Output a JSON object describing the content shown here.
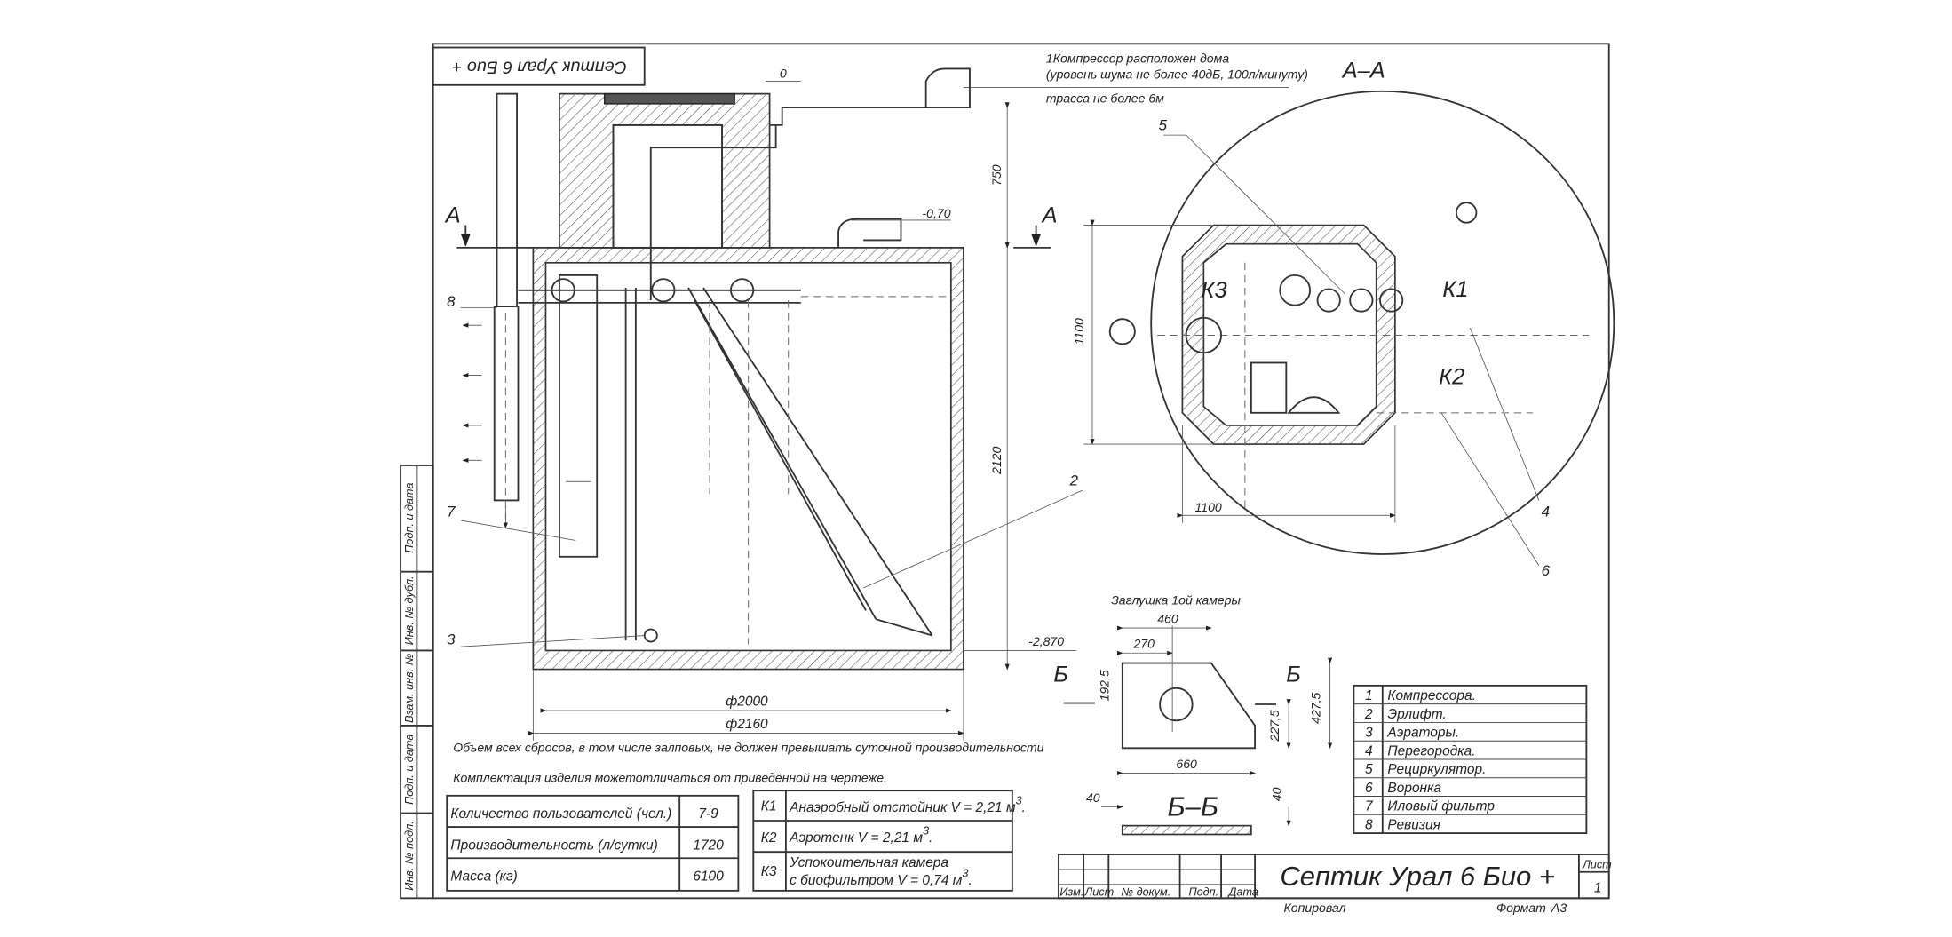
{
  "title_block": {
    "product_title": "Септик Урал 6 Био +",
    "mirrored_title": "Септик Урал 6 Био +",
    "sheet_label": "Лист",
    "sheet_number": "1",
    "columns": [
      "Изм.",
      "Лист",
      "№ докум.",
      "Подп.",
      "Дата"
    ],
    "copied_label": "Копировал",
    "format_label": "Формат",
    "format_value": "А3"
  },
  "side_stamp": [
    "Подп. и дата",
    "Инв. № дубл.",
    "Взам. инв. №",
    "Подп. и дата",
    "Инв. № подл."
  ],
  "notes": {
    "compressor_line1": "1Компрессор расположен дома",
    "compressor_line2": "(уровень шума не более 40дБ, 100л/минуту)",
    "route": "трасса не более 6м",
    "discharge": "Объем всех сбросов, в том числе залповых, не должен превышать суточной производительности",
    "completeness": "Комплектация изделия можетотличаться от приведённой на чертеже."
  },
  "side_view": {
    "section_mark": "А",
    "level_0": "0",
    "level_070": "-0,70",
    "level_2870": "-2,870",
    "dim_750": "750",
    "dim_2120": "2120",
    "dim_d2000": "ф2000",
    "dim_d2160": "ф2160",
    "callouts": [
      "8",
      "7",
      "3",
      "2"
    ]
  },
  "plan_view": {
    "title": "А–А",
    "chambers": [
      "К1",
      "К2",
      "К3"
    ],
    "dim_1100_v": "1100",
    "dim_1100_h": "1100",
    "callouts": [
      "5",
      "4",
      "6"
    ]
  },
  "plug_view": {
    "caption": "Заглушка 1ой камеры",
    "section_mark": "Б",
    "dim_460": "460",
    "dim_270": "270",
    "dim_1925": "192,5",
    "dim_2275": "227,5",
    "dim_4275": "427,5",
    "dim_660": "660",
    "section_title": "Б–Б",
    "dim_40a": "40",
    "dim_40b": "40"
  },
  "specs_table": [
    {
      "label": "Количество пользователей (чел.)",
      "value": "7-9"
    },
    {
      "label": "Производительность (л/сутки)",
      "value": "1720"
    },
    {
      "label": "Масса (кг)",
      "value": "6100"
    }
  ],
  "chambers_table": [
    {
      "id": "К1",
      "text": "Анаэробный отстойник V = 2,21 м",
      "sup": "3",
      "tail": "."
    },
    {
      "id": "К2",
      "text": "Аэротенк V = 2,21 м",
      "sup": "3",
      "tail": "."
    },
    {
      "id": "К3",
      "text": "Успокоительная камера",
      "text2": "с биофильтром V = 0,74 м",
      "sup": "3",
      "tail": "."
    }
  ],
  "legend": [
    {
      "n": "1",
      "label": "Компрессора."
    },
    {
      "n": "2",
      "label": "Эрлифт."
    },
    {
      "n": "3",
      "label": "Аэраторы."
    },
    {
      "n": "4",
      "label": "Перегородка."
    },
    {
      "n": "5",
      "label": "Рециркулятор."
    },
    {
      "n": "6",
      "label": "Воронка"
    },
    {
      "n": "7",
      "label": "Иловый фильтр"
    },
    {
      "n": "8",
      "label": "Ревизия"
    }
  ]
}
